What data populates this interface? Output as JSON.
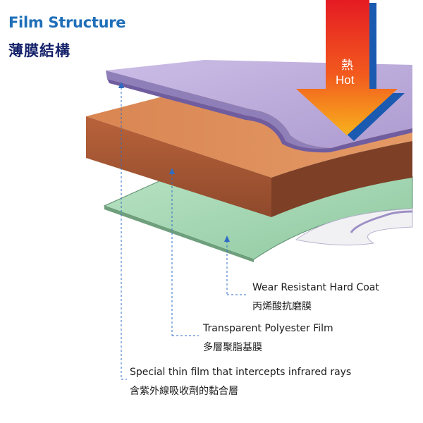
{
  "header": {
    "title": "Film Structure",
    "subtitle": "薄膜結構"
  },
  "heat": {
    "label_zh": "熱",
    "label_en": "Hot"
  },
  "layers": [
    {
      "label_en": "Wear Resistant Hard Coat",
      "label_zh": "丙烯酸抗磨膜",
      "color": "#b8a8d6"
    },
    {
      "label_en": "Transparent Polyester Film",
      "label_zh": "多層聚脂基膜",
      "color": "#c86a3e"
    },
    {
      "label_en": "Special thin film that intercepts infrared rays",
      "label_zh": "含紫外線吸收劑的黏合層",
      "color": "#a8d8b4"
    }
  ],
  "colors": {
    "title": "#1f6fb8",
    "subtitle": "#16236b",
    "leader": "#2e6cc4",
    "arrow_top": "#e8201f",
    "arrow_bottom": "#f7a21b"
  }
}
